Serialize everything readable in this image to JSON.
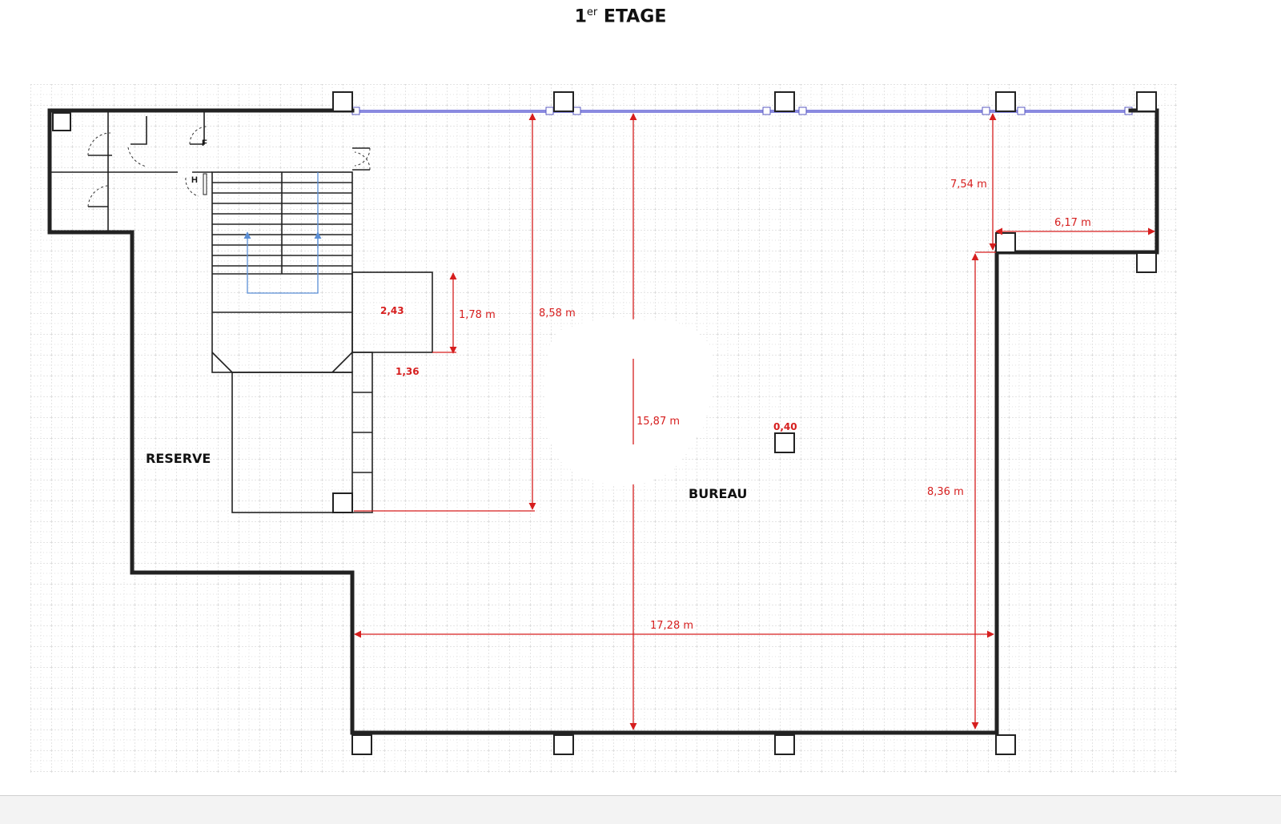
{
  "title": {
    "main": "1",
    "sup": "er",
    "rest": " ETAGE"
  },
  "rooms": {
    "reserve": "RESERVE",
    "bureau": "BUREAU"
  },
  "door_labels": {
    "f": "F",
    "h": "H"
  },
  "dimensions": {
    "d_858": "8,58 m",
    "d_1587": "15,87 m",
    "d_754": "7,54 m",
    "d_617": "6,17 m",
    "d_836": "8,36 m",
    "d_1728": "17,28 m",
    "d_178": "1,78 m",
    "d_243": "2,43",
    "d_136": "1,36",
    "d_040": "0,40"
  },
  "colors": {
    "wall": "#222222",
    "dimension": "#d61e1e",
    "glazing": "#8a8ae0",
    "stair_arrow": "#5b8fd6"
  }
}
